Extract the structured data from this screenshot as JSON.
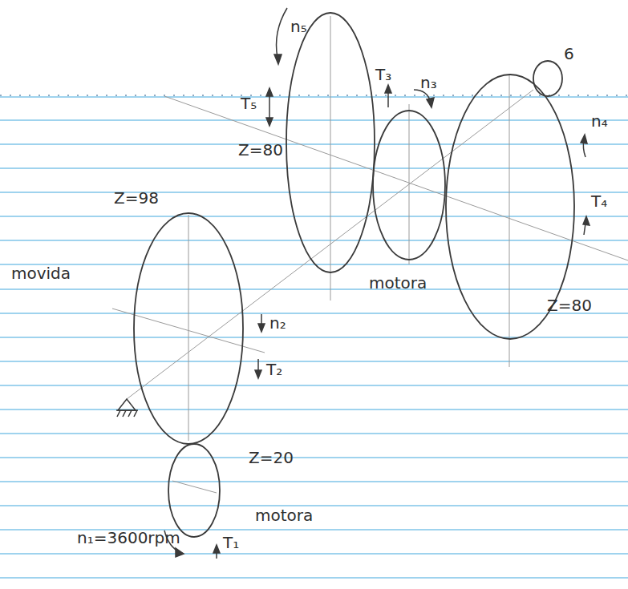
{
  "diagram": {
    "labels": [
      "n₅",
      "T₅",
      "Z=80",
      "T₃",
      "n₃",
      "6",
      "n₄",
      "T₄",
      "Z=98",
      "movida",
      "n₂",
      "T₂",
      "motora",
      "Z=80",
      "Z=20",
      "motora",
      "n₁=3600rpm",
      "T₁"
    ]
  }
}
